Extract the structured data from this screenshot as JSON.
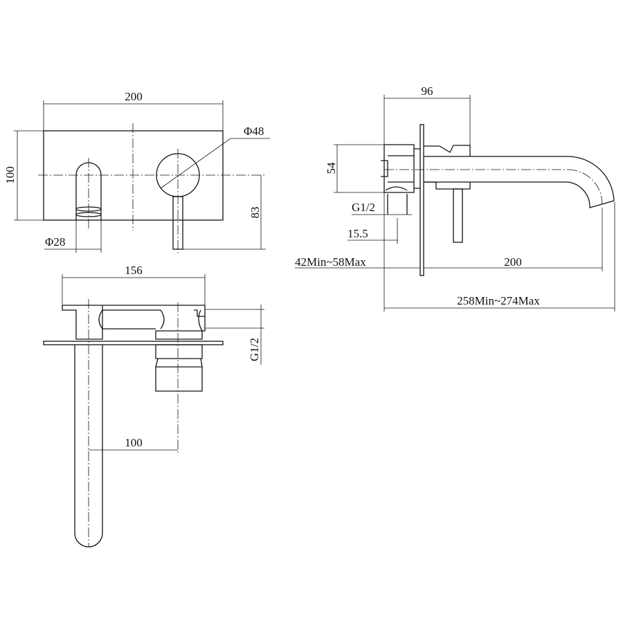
{
  "front_view": {
    "width": "200",
    "height": "100",
    "handle_diameter": "Φ48",
    "spout_diameter": "Φ28",
    "lever_height": "83"
  },
  "side_view": {
    "depth": "96",
    "body_height": "54",
    "inlet": "G1/2",
    "inlet_offset": "15.5",
    "wall_range": "42Min~58Max",
    "spout_reach": "200",
    "total_range": "258Min~274Max"
  },
  "top_view": {
    "width": "156",
    "spacing": "100",
    "inlet": "G1/2"
  },
  "colors": {
    "line": "#111111",
    "background": "#ffffff"
  }
}
